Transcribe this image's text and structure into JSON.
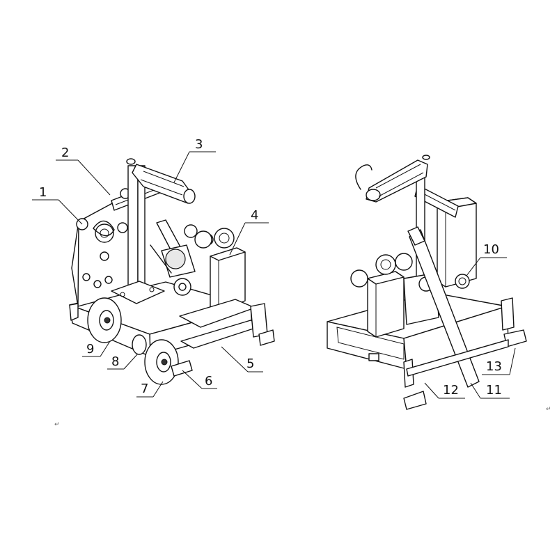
{
  "figure": {
    "labels": [
      {
        "id": 1,
        "text": "1"
      },
      {
        "id": 2,
        "text": "2"
      },
      {
        "id": 3,
        "text": "3"
      },
      {
        "id": 4,
        "text": "4"
      },
      {
        "id": 5,
        "text": "5"
      },
      {
        "id": 6,
        "text": "6"
      },
      {
        "id": 7,
        "text": "7"
      },
      {
        "id": 8,
        "text": "8"
      },
      {
        "id": 9,
        "text": "9"
      },
      {
        "id": 10,
        "text": "10"
      },
      {
        "id": 11,
        "text": "11"
      },
      {
        "id": 12,
        "text": "12"
      },
      {
        "id": 13,
        "text": "13"
      }
    ],
    "return_marks": [
      "↵",
      "↵"
    ]
  }
}
